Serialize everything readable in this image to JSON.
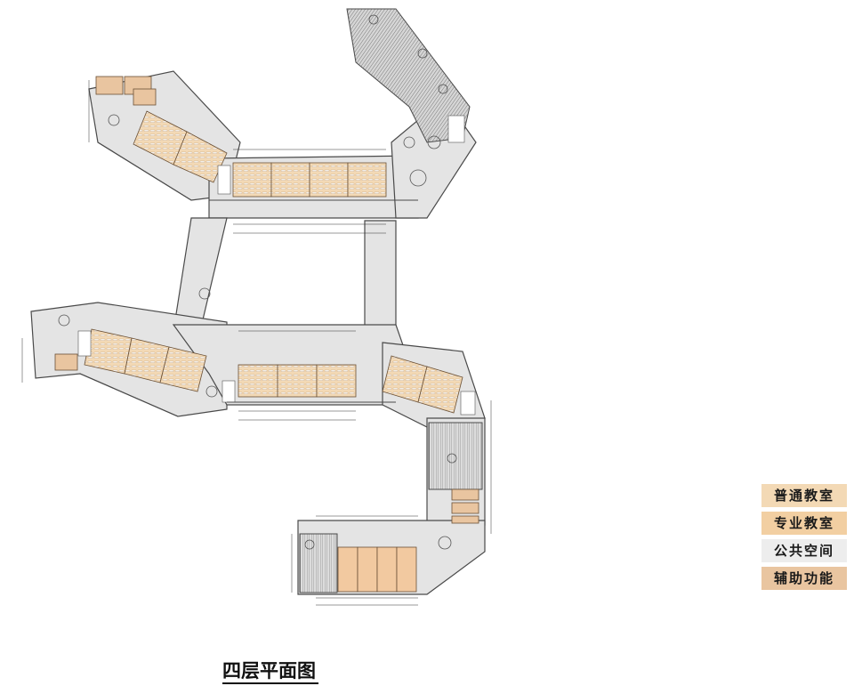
{
  "title": "四层平面图",
  "legend": [
    {
      "label": "普通教室",
      "color": "#f3d9b5"
    },
    {
      "label": "专业教室",
      "color": "#f2cfa2"
    },
    {
      "label": "公共空间",
      "color": "#ededed"
    },
    {
      "label": "辅助功能",
      "color": "#e9c5a0"
    }
  ],
  "colors": {
    "corridor": "#d9d9d9",
    "wall": "#4a4a4a",
    "classroom": "#f3d9b5",
    "specialty": "#f2c9a0",
    "hatch": "#9a9a9a"
  }
}
